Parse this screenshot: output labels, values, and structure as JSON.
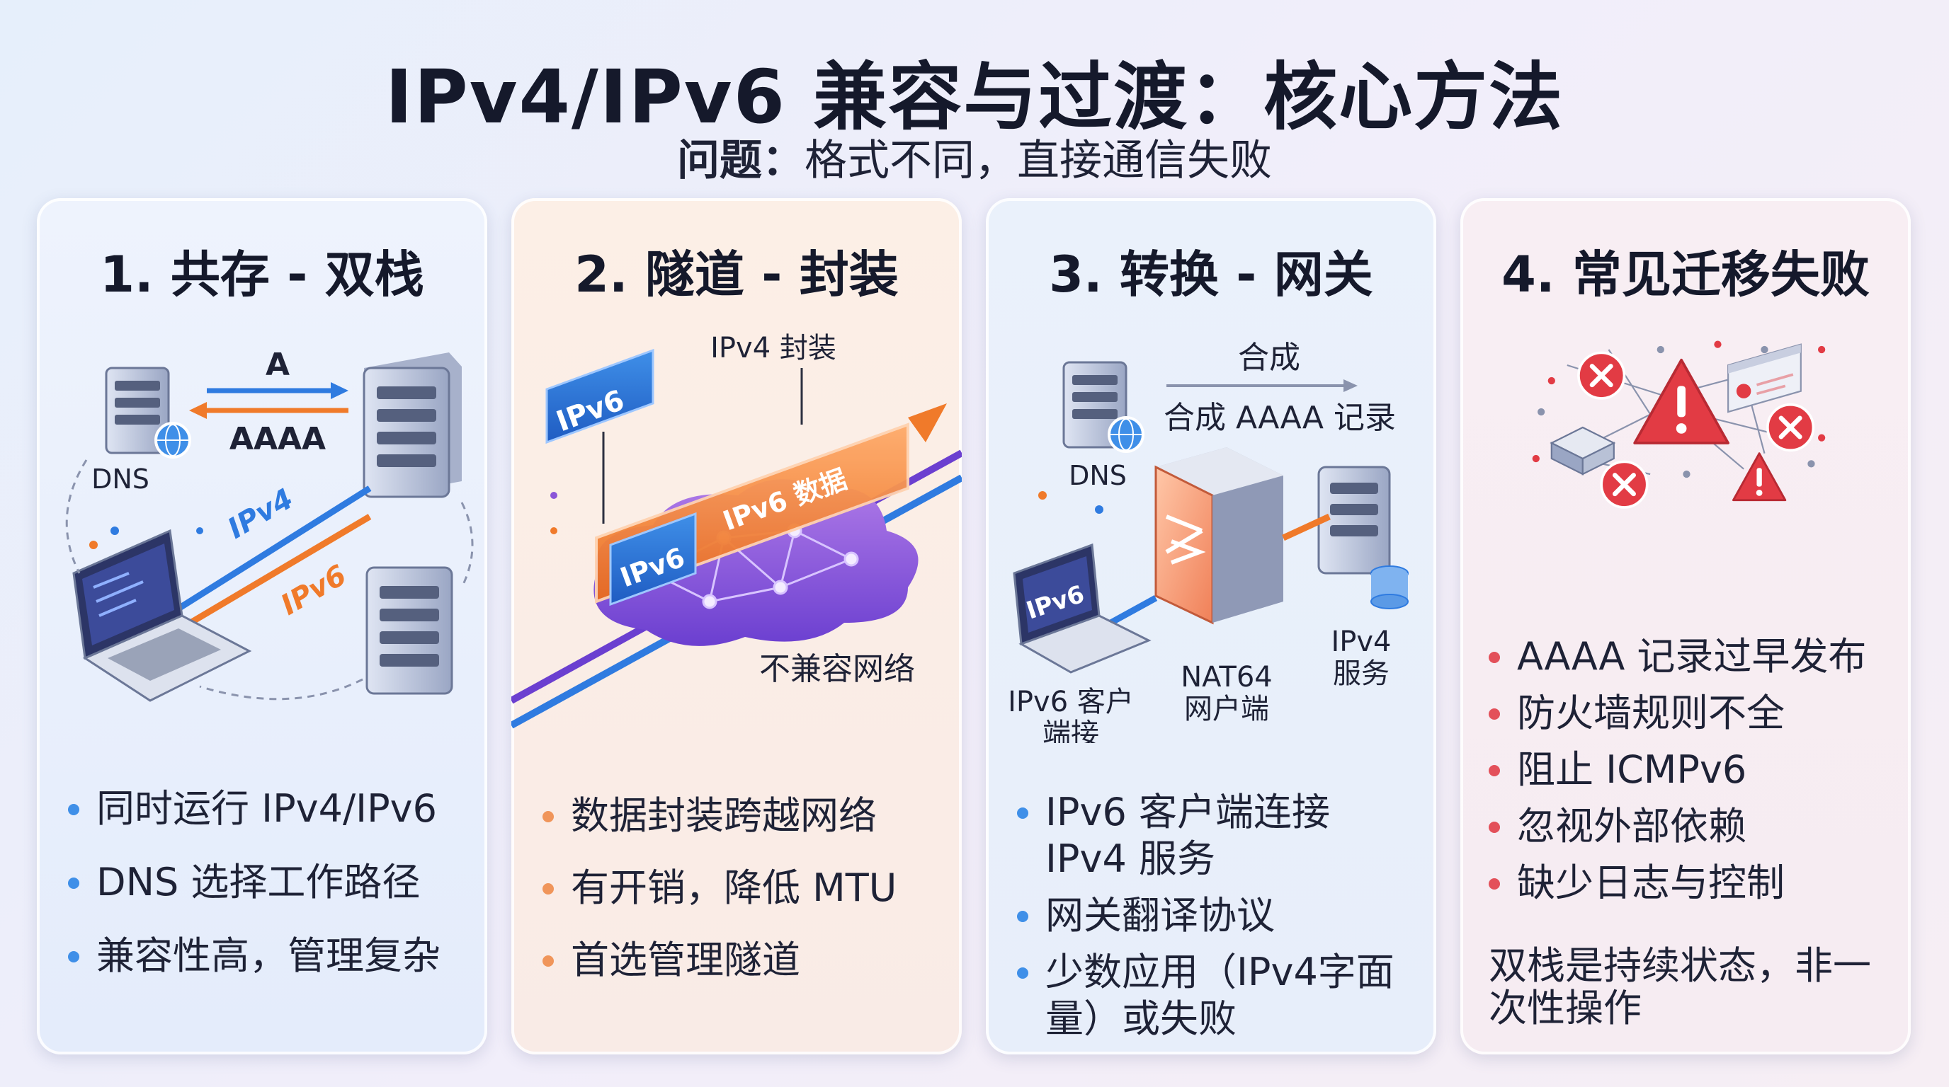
{
  "title": "IPv4/IPv6 兼容与过渡：核心方法",
  "subtitle": {
    "label": "问题：",
    "text": "格式不同，直接通信失败"
  },
  "panels": [
    {
      "title": "1. 共存 - 双栈",
      "labels": {
        "a": "A",
        "aaaa": "AAAA",
        "dns": "DNS",
        "ipv4": "IPv4",
        "ipv6": "IPv6"
      },
      "bullets": [
        "同时运行 IPv4/IPv6",
        "DNS 选择工作路径",
        "兼容性高，管理复杂"
      ]
    },
    {
      "title": "2. 隧道 - 封装",
      "labels": {
        "ipv4_encap": "IPv4 封装",
        "ipv6_top": "IPv6",
        "ipv6_inner": "IPv6",
        "ipv6_data": "IPv6 数据",
        "network": "不兼容网络"
      },
      "bullets": [
        "数据封装跨越网络",
        "有开销，降低 MTU",
        "首选管理隧道"
      ]
    },
    {
      "title": "3. 转换 - 网关",
      "labels": {
        "synth": "合成",
        "synth_aaaa": "合成 AAAA 记录",
        "dns": "DNS",
        "laptop": "IPv6",
        "client_1": "IPv6 客户",
        "client_2": "端接",
        "nat_1": "NAT64",
        "nat_2": "网户端",
        "svc_1": "IPv4",
        "svc_2": "服务"
      },
      "bullets": [
        "IPv6 客户端连接 IPv4 服务",
        "网关翻译协议",
        "少数应用（IPv4字面量）或失败"
      ]
    },
    {
      "title": "4. 常见迁移失败",
      "bullets": [
        "AAAA 记录过早发布",
        "防火墙规则不全",
        "阻止 ICMPv6",
        "忽视外部依赖",
        "缺少日志与控制"
      ],
      "note": "双栈是持续状态，非一次性操作"
    }
  ],
  "colors": {
    "ipv4": "#2f7be0",
    "ipv6": "#f07a2a",
    "tunnel": "#8a55d8",
    "alert": "#e23b44"
  }
}
